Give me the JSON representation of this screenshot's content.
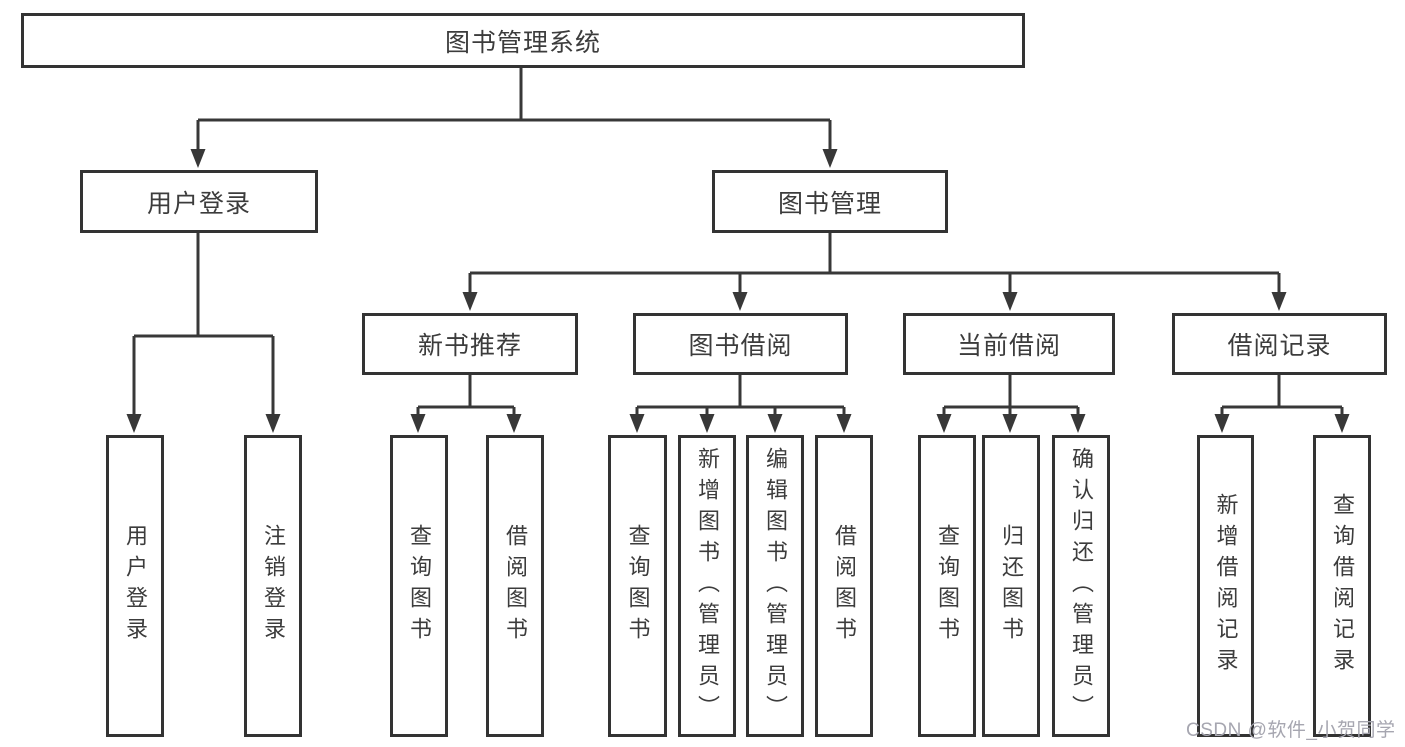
{
  "diagram": {
    "root": "图书管理系统",
    "level2": {
      "user_login": "用户登录",
      "book_management": "图书管理"
    },
    "level3": {
      "new_book_recommend": "新书推荐",
      "book_borrow": "图书借阅",
      "current_borrow": "当前借阅",
      "borrow_records": "借阅记录"
    },
    "leaves": {
      "user_login": {
        "login": "用户登录",
        "logout": "注销登录"
      },
      "new_book_recommend": {
        "query_books": "查询图书",
        "borrow_books": "借阅图书"
      },
      "book_borrow": {
        "query_books": "查询图书",
        "add_books_admin": "新增图书（管理员）",
        "edit_books_admin": "编辑图书（管理员）",
        "borrow_books": "借阅图书"
      },
      "current_borrow": {
        "query_books": "查询图书",
        "return_books": "归还图书",
        "confirm_return_admin": "确认归还（管理员）"
      },
      "borrow_records": {
        "add_record": "新增借阅记录",
        "query_record": "查询借阅记录"
      }
    }
  },
  "watermark": "CSDN @软件_小贺同学",
  "colors": {
    "line": "#383838",
    "box_border": "#333333",
    "text": "#3c3c3c",
    "watermark_text": "#a6a6b0",
    "background": "#ffffff"
  }
}
